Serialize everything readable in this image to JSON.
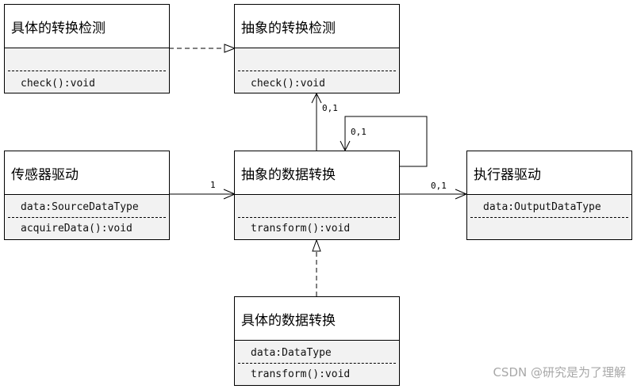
{
  "classes": {
    "concrete_check": {
      "name": "具体的转换检测",
      "op": "check():void"
    },
    "abstract_check": {
      "name": "抽象的转换检测",
      "op": "check():void"
    },
    "sensor_driver": {
      "name": "传感器驱动",
      "attr": "data:SourceDataType",
      "op": "acquireData():void"
    },
    "abstract_transform": {
      "name": "抽象的数据转换",
      "op": "transform():void"
    },
    "actuator_driver": {
      "name": "执行器驱动",
      "attr": "data:OutputDataType"
    },
    "concrete_transform": {
      "name": "具体的数据转换",
      "attr": "data:DataType",
      "op": "transform():void"
    }
  },
  "multiplicities": {
    "transform_to_check": "0,1",
    "self_loop": "0,1",
    "sensor_to_transform": "1",
    "transform_to_actuator": "0,1"
  },
  "watermark": "CSDN @研究是为了理解",
  "colors": {
    "line": "#000000",
    "compartment": "#f2f2f2",
    "watermark": "#a8a8a8"
  }
}
